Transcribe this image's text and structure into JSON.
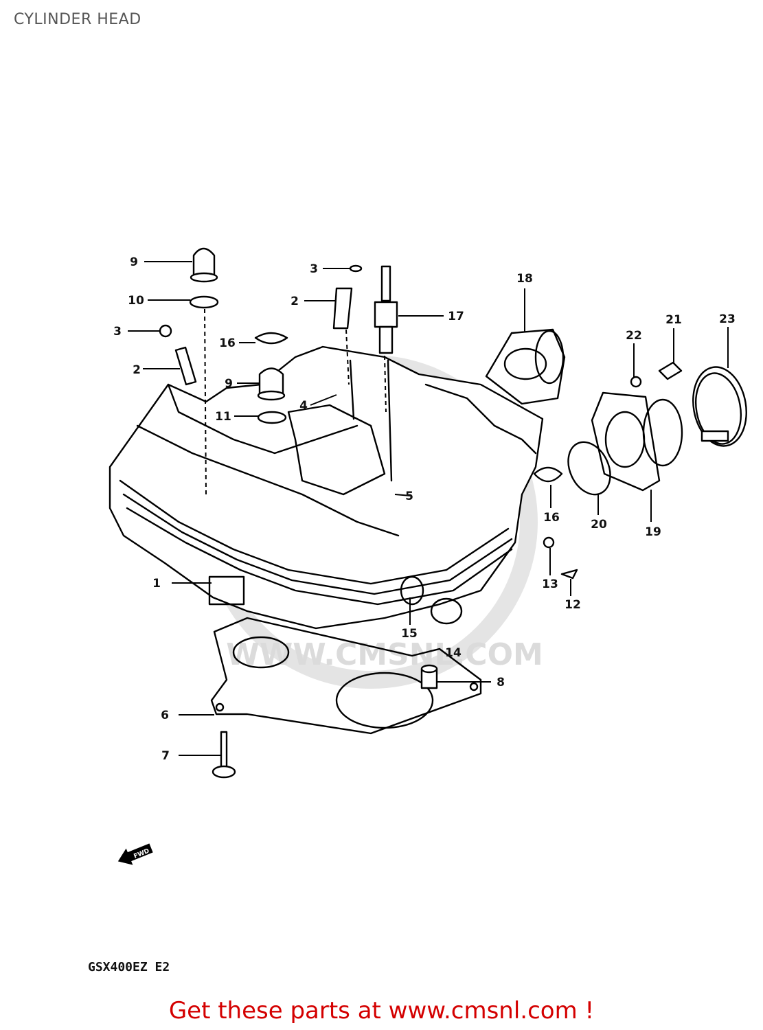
{
  "title": "CYLINDER HEAD",
  "watermark": {
    "text": "WWW.CMSNL.COM"
  },
  "callouts": [
    {
      "num": "1"
    },
    {
      "num": "2"
    },
    {
      "num": "2"
    },
    {
      "num": "3"
    },
    {
      "num": "3"
    },
    {
      "num": "4"
    },
    {
      "num": "5"
    },
    {
      "num": "6"
    },
    {
      "num": "7"
    },
    {
      "num": "8"
    },
    {
      "num": "9"
    },
    {
      "num": "9"
    },
    {
      "num": "10"
    },
    {
      "num": "11"
    },
    {
      "num": "12"
    },
    {
      "num": "13"
    },
    {
      "num": "14"
    },
    {
      "num": "15"
    },
    {
      "num": "16"
    },
    {
      "num": "16"
    },
    {
      "num": "17"
    },
    {
      "num": "18"
    },
    {
      "num": "19"
    },
    {
      "num": "20"
    },
    {
      "num": "21"
    },
    {
      "num": "22"
    },
    {
      "num": "23"
    }
  ],
  "front_arrow": {
    "label": "FWD"
  },
  "model_code": "GSX400EZ E2",
  "cta": {
    "text": "Get these parts at www.cmsnl.com !",
    "color": "#d40000"
  }
}
